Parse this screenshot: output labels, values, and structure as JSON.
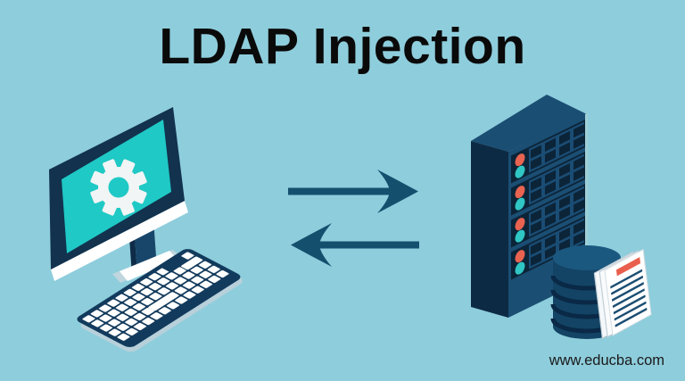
{
  "title": {
    "text": "LDAP Injection"
  },
  "watermark": {
    "text": "www.educba.com"
  },
  "palette": {
    "background": "#8ecddc",
    "navy_darkest": "#0d2a44",
    "navy_frame": "#12324e",
    "navy_mid": "#17466a",
    "navy_light": "#1a4d74",
    "screen_teal": "#1fc9c5",
    "led_red": "#e86350",
    "led_teal": "#2fc6c4",
    "document_accent": "#e95f4d",
    "white": "#ffffff",
    "shadow": "#b7d0da"
  },
  "illustration": {
    "computer": {
      "icon": "computer-with-gear-icon",
      "parts": [
        "monitor",
        "gear",
        "stand",
        "keyboard"
      ]
    },
    "arrows": {
      "icon": "transfer-arrows-icon",
      "directions": [
        "right",
        "left"
      ]
    },
    "server": {
      "icon": "server-stack-icon",
      "parts": [
        "server-rack",
        "status-leds",
        "database-cylinder",
        "documents"
      ],
      "rack_rows": 4,
      "leds_per_row": 2
    }
  }
}
